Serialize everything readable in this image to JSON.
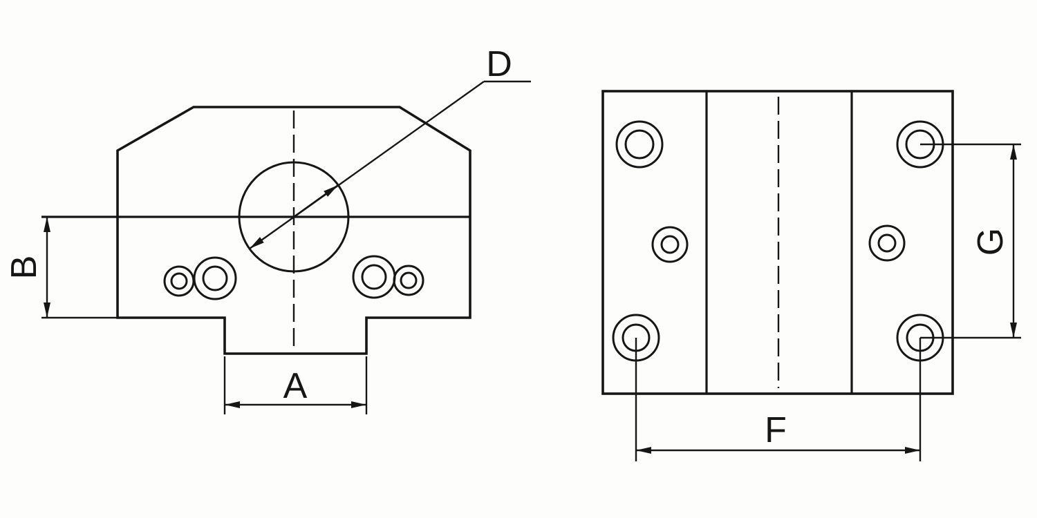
{
  "drawing": {
    "background": "#fdfdfc",
    "line_color": "#161616",
    "front_view": {
      "dim_slot_width": "A",
      "dim_base_height": "B",
      "dim_bore_diameter": "D"
    },
    "side_view": {
      "dim_hole_spacing_horizontal": "F",
      "dim_hole_spacing_vertical": "G"
    }
  }
}
